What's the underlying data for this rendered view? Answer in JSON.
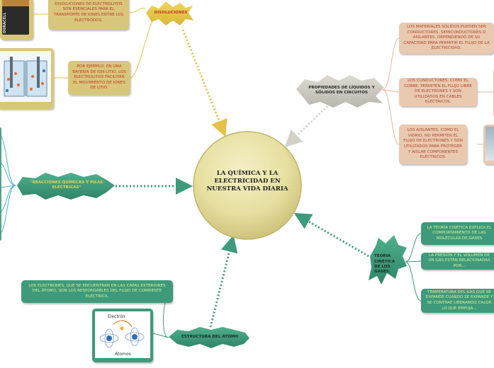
{
  "center": {
    "title": "LA QUÍMICA Y LA ELECTRICIDAD EN NUESTRA VIDA DIARIA"
  },
  "topics": {
    "disoluciones": "DISOLUCIONES",
    "propiedades": "PROPIEDADES DE LÍQUIDOS Y SÓLIDOS EN CIRCUITOS",
    "reacciones": "\"REACCIONES QUÍMICAS Y PILAS ELÉCTRICAS\"",
    "teoria": "TEORÍA CINÉTICA DE LOS GASES",
    "estructura": "ESTRUCTURA DEL ÁTOMO"
  },
  "notes": {
    "disoluciones_top": "DISOLUCIONES DE ELECTROLITOS SON ESENCIALES PARA EL TRANSPORTE DE IONES ENTRE LOS ELECTRODOS.",
    "disoluciones_ejemplo": "POR EJEMPLO, EN UNA BATERÍA DE ION-LITIO, LOS ELECTROLITOS FACILITAN EL MOVIMIENTO DE IONES DE LITIO.",
    "materiales": "LOS MATERIALES SÓLIDOS PUEDEN SER CONDUCTORES, SEMICONDUCTORES O AISLANTES, DEPENDIENDO DE SU CAPACIDAD PARA PERMITIR EL FLUJO DE LA ELECTRICIDAD.",
    "conductores": "LOS CONDUCTORES, COMO EL COBRE, PERMITEN EL FLUJO LIBRE DE ELECTRONES Y SON UTILIZADOS EN CABLES ELÉCTRICOS.",
    "aislantes": "LOS AISLANTES, COMO EL VIDRIO, NO PERMITEN EL FLUJO DE ELECTRONES Y SON UTILIZADOS PARA PROTEGER Y AISLAR COMPONENTES ELÉCTRICOS.",
    "teoria_1": "LA TEORÍA CINÉTICA EXPLICA EL COMPORTAMIENTO DE LAS MOLÉCULAS DE GASES",
    "teoria_2": "LA PRESIÓN Y EL VOLUMEN DE UN GAS ESTÁN RELACIONADAS POR...",
    "teoria_3": "TEMPERATURA DEL GAS QUE SE EXPANDE CUANDO SE EXPANDE Y SE CONTRAE LIBERANDO CALOR LO QUE EMPUJA...",
    "electrones": "LOS ELECTRONES, QUE SE ENCUENTRAN EN LAS CAPAS EXTERIORES DEL ÁTOMO, SON LOS RESPONSABLES DEL FLUJO DE CORRIENTE ELÉCTRICA."
  },
  "images": {
    "battery_brand": "DURACELL",
    "atom_label_top": "Electrón",
    "atom_label_bottom": "Átomos"
  },
  "colors": {
    "center_fill": "#e9e3a6",
    "yellow_topic": "#e8c84a",
    "grey_topic": "#c8c6bd",
    "teal_topic": "#3f9a7c",
    "olive_note": "#d8c77a",
    "tan_note": "#e9c9b0",
    "teal_note": "#3e9a7a"
  }
}
